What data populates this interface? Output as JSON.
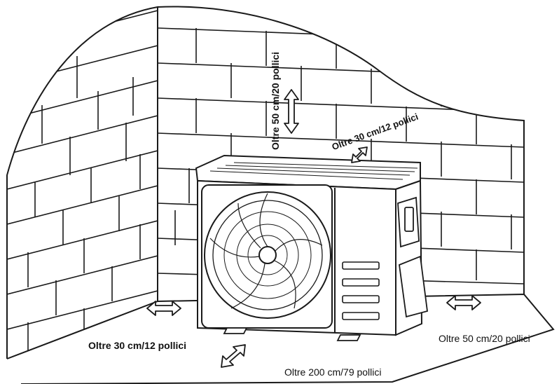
{
  "diagram": {
    "labels": {
      "top": "Oltre 50 cm/20 pollici",
      "back": "Oltre 30 cm/12 pollici",
      "left": "Oltre 30 cm/12 pollici",
      "right": "Oltre 50 cm/20 pollici",
      "front": "Oltre 200 cm/79 pollici"
    },
    "icons": {
      "top_arrow": "vertical-double-arrow-icon",
      "back_arrow": "diagonal-double-arrow-icon",
      "left_arrow": "horizontal-double-arrow-icon",
      "right_arrow": "horizontal-double-arrow-icon",
      "front_arrow": "diagonal-double-arrow-icon"
    },
    "colors": {
      "line": "#1a1a1a",
      "background": "#ffffff"
    }
  }
}
